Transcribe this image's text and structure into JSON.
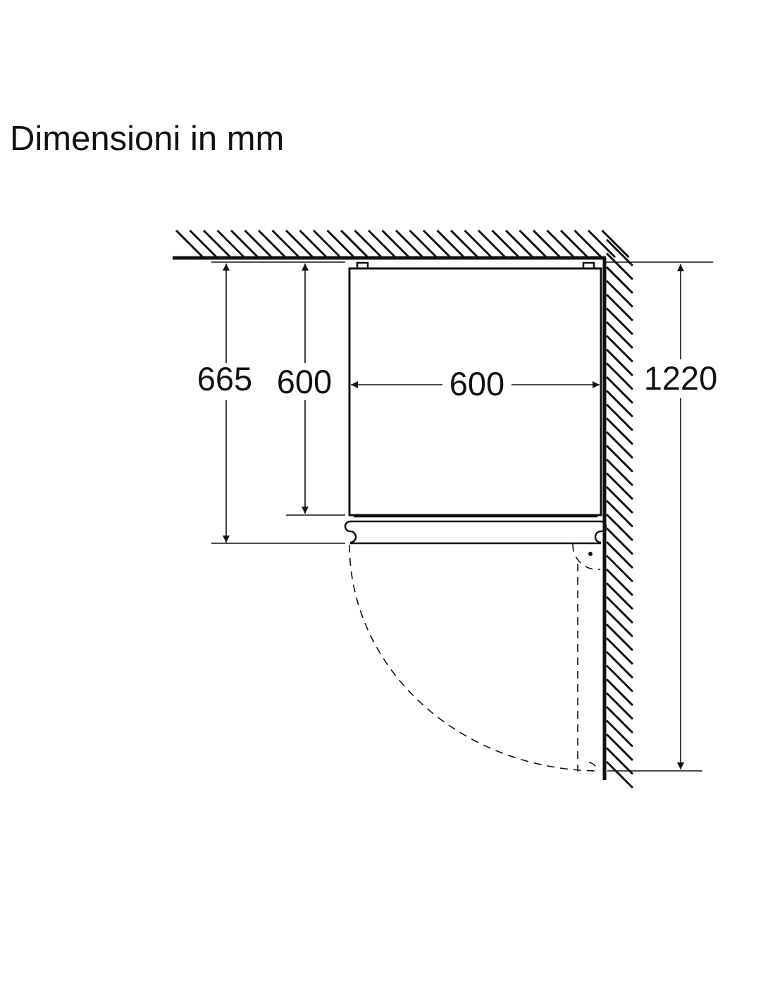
{
  "title": "Dimensioni in mm",
  "dimensions": {
    "depth_with_door": "665",
    "depth_body": "600",
    "width": "600",
    "opening_clearance": "1220"
  }
}
